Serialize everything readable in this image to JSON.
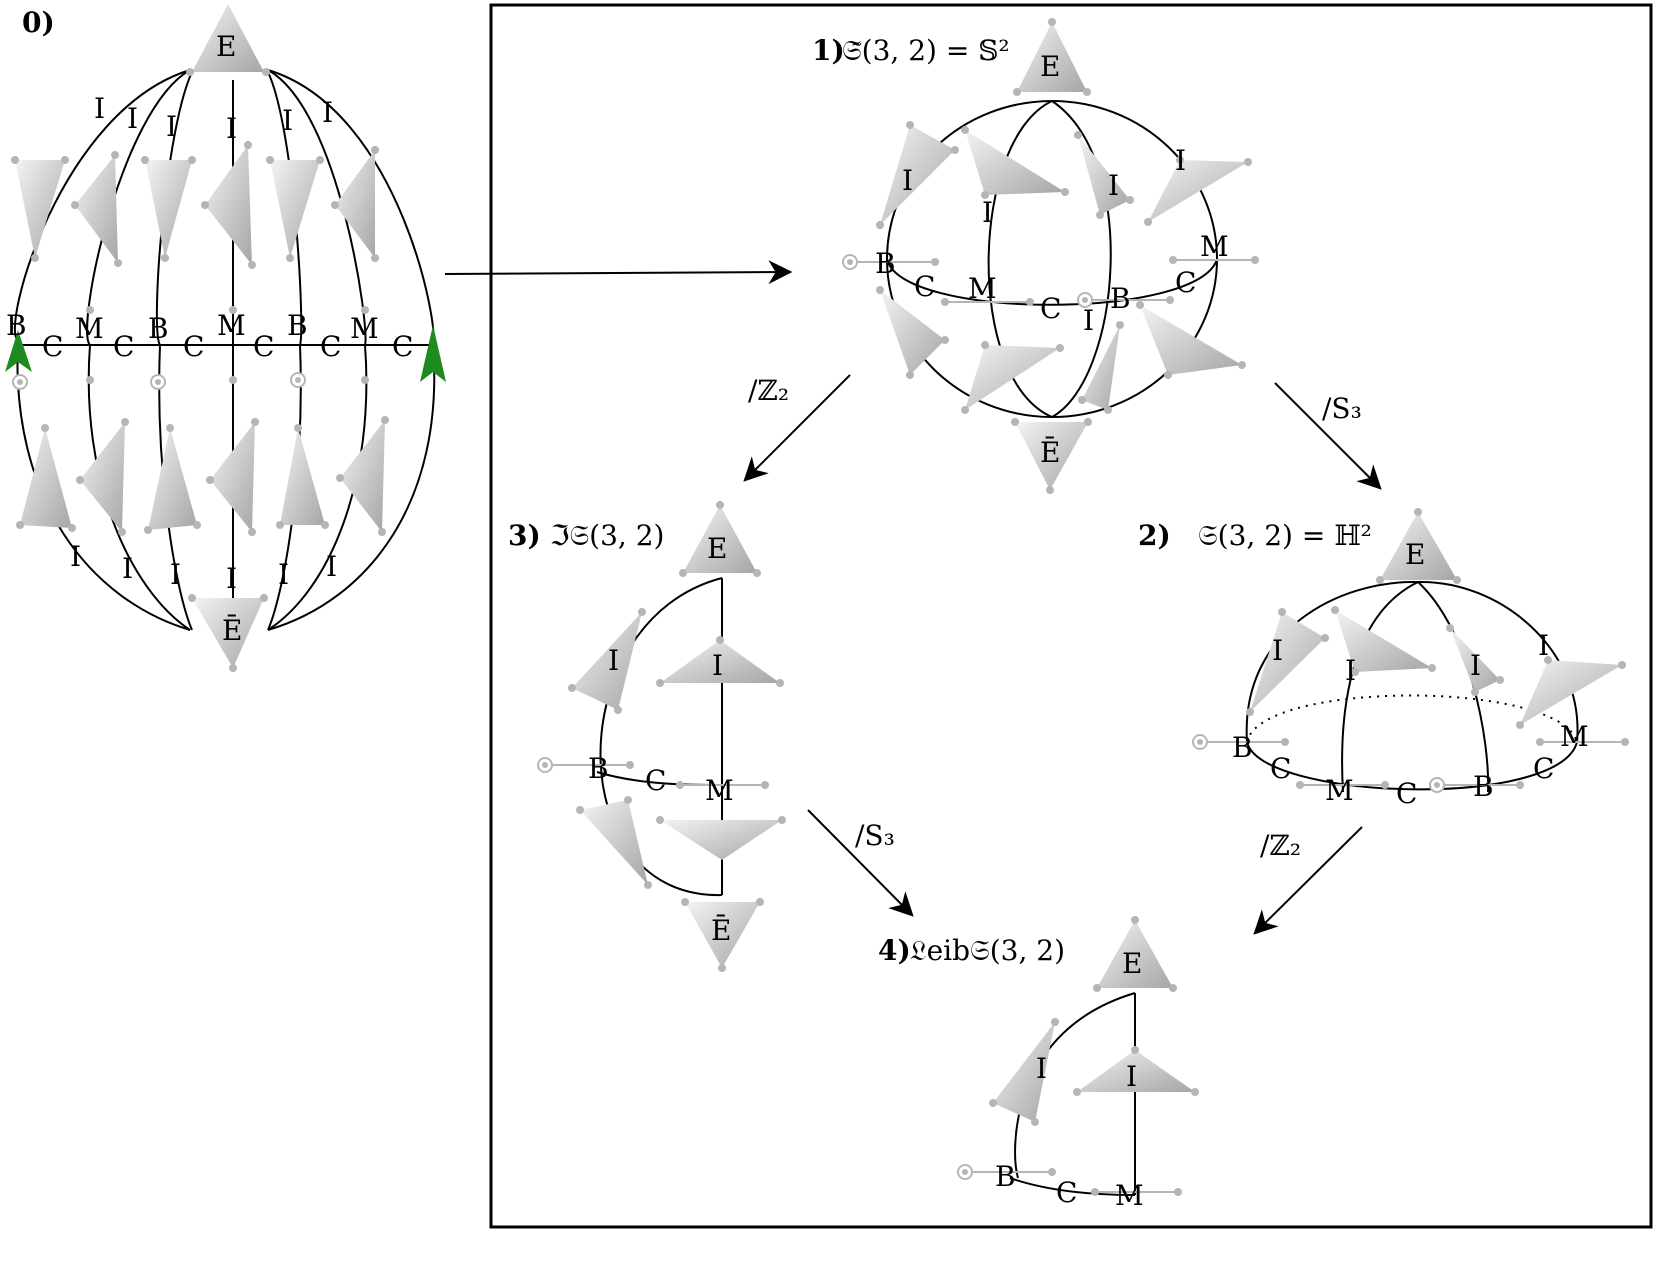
{
  "panels": {
    "p0": {
      "label": "0)"
    },
    "p1": {
      "label": "1)",
      "formula": "𝔖̃(3, 2) = 𝕊²"
    },
    "p2": {
      "label": "2)",
      "formula": "𝔖(3, 2) =  ℍ²"
    },
    "p3": {
      "label": "3)",
      "formula": "ℑ𝔖(3, 2)"
    },
    "p4": {
      "label": "4)",
      "formula": "𝔏eib𝔖(3, 2)"
    }
  },
  "arrows": {
    "z2_1_to_3": "/ℤ₂",
    "s3_1_to_2": "/S₃",
    "s3_3_to_4": "/S₃",
    "z2_2_to_4": "/ℤ₂"
  },
  "vertex_labels": {
    "E": "E",
    "Ebar": "Ē",
    "I": "I",
    "B": "B",
    "C": "C",
    "M": "M"
  },
  "colors": {
    "curve": "#000000",
    "triangle_light": "#f2f2f2",
    "triangle_dark": "#a8a8a8",
    "marker_dot": "#b5b5b5",
    "green_arrow": "#1f8a1f"
  }
}
